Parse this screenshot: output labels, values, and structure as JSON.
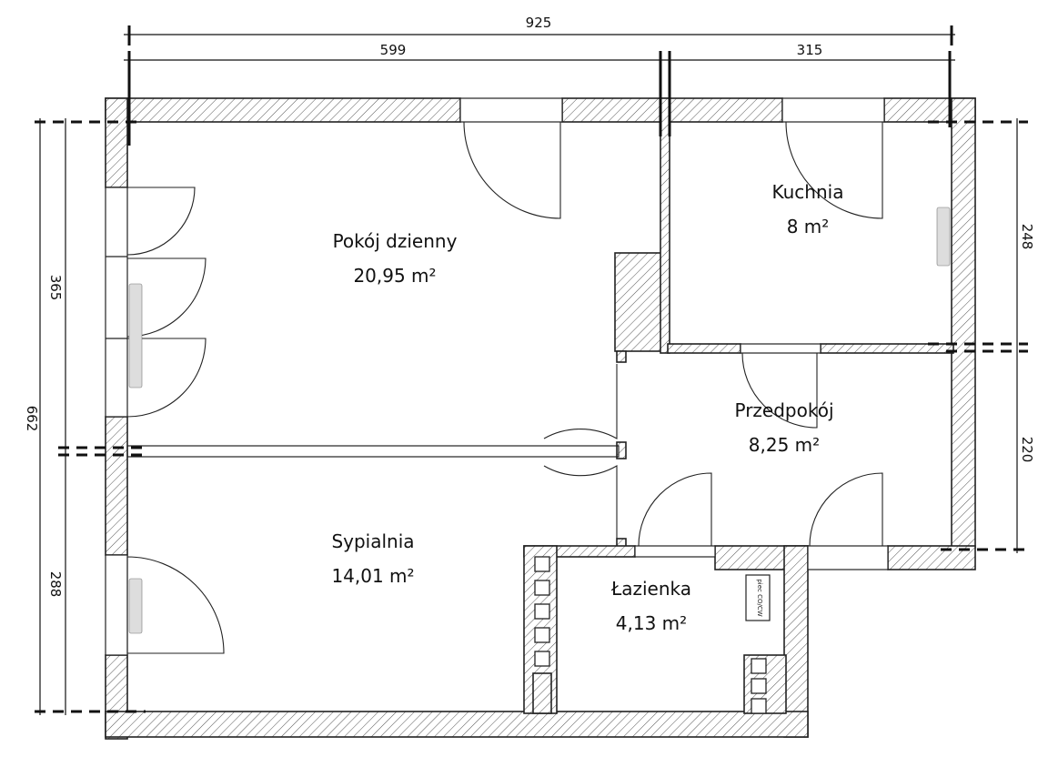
{
  "rooms": [
    {
      "name": "Pokój dzienny",
      "area": "20,95 m²"
    },
    {
      "name": "Kuchnia",
      "area": "8 m²"
    },
    {
      "name": "Przedpokój",
      "area": "8,25 m²"
    },
    {
      "name": "Sypialnia",
      "area": "14,01 m²"
    },
    {
      "name": "Łazienka",
      "area": "4,13 m²"
    }
  ],
  "dimensions": {
    "total_width": "925",
    "width_left": "599",
    "width_right": "315",
    "total_height": "662",
    "height_living": "365",
    "height_bedroom": "288",
    "height_kitchen": "248",
    "height_hall": "220"
  },
  "annotations": {
    "boiler": "piec CO/CW"
  }
}
